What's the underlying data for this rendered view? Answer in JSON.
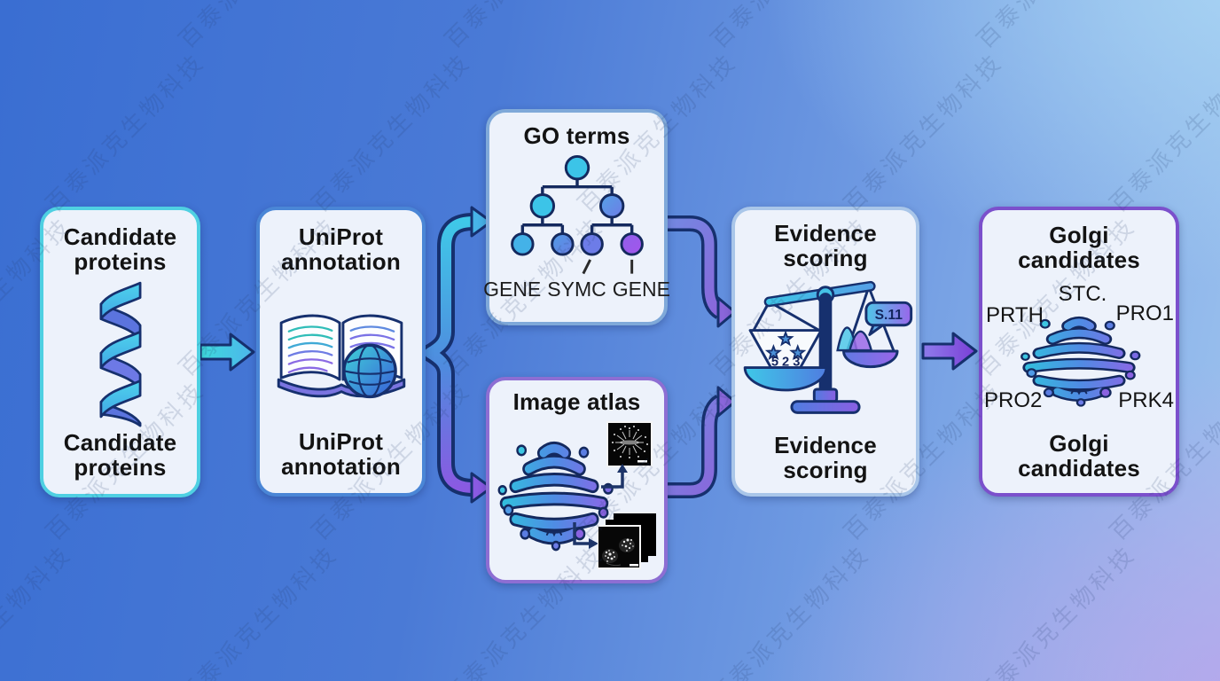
{
  "watermark": {
    "text": "百泰派克生物科技"
  },
  "flow": {
    "candidate": {
      "title": "Candidate proteins",
      "title_bottom": "Candidate proteins",
      "icon": "protein-helix-icon"
    },
    "uniprot": {
      "title": "UniProt annotation",
      "title_bottom": "UniProt annotation",
      "icon": "book-globe-icon"
    },
    "go_terms": {
      "title": "GO terms",
      "icon": "ontology-tree-icon",
      "labels": [
        "GENE",
        "SYMC",
        "GENE"
      ]
    },
    "image_atlas": {
      "title": "Image atlas",
      "icon": "golgi-icon"
    },
    "evidence": {
      "title": "Evidence scoring",
      "title_bottom": "Evidence scoring",
      "icon": "balance-scale-icon",
      "pan_values": "5 2 3",
      "score_bubble": "S.11"
    },
    "golgi": {
      "title": "Golgi candidates",
      "title_bottom": "Golgi candidates",
      "icon": "golgi-icon",
      "protein_labels": {
        "top": "STC.",
        "left": "PRTH",
        "right": "PRO1",
        "bottom_left": "PRO2",
        "bottom_right": "PRK4"
      }
    }
  },
  "colors": {
    "background_left": "#3a6ed2",
    "background_top_right": "#a8d4f3",
    "background_bottom_right": "#b7a8ea",
    "box_background": "#edf2fb",
    "outline_navy": "#16306e",
    "accent_cyan": "#3fc8e8",
    "accent_blue": "#4f7de0",
    "accent_purple": "#8a5fe2",
    "border_candidate": "#4fd0e2",
    "border_uniprot": "#4a86d6",
    "border_go_terms": "#7fa9d9",
    "border_image_atlas": "#8d6ed3",
    "border_evidence": "#a9c6e9",
    "border_golgi": "#7b50cc"
  }
}
